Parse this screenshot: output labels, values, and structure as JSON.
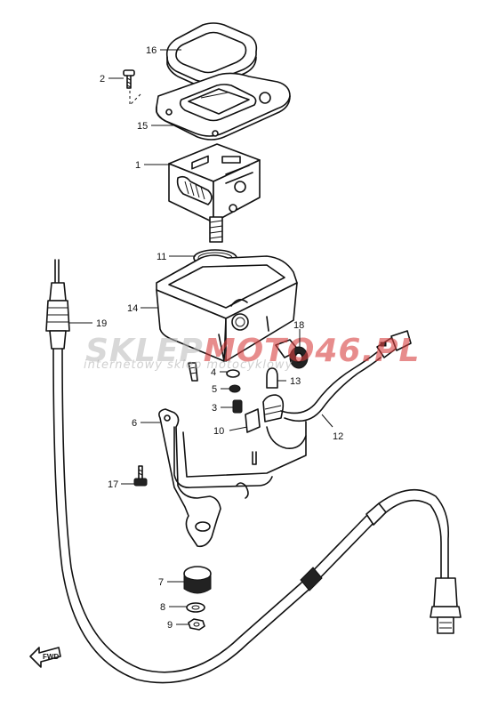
{
  "diagram": {
    "callouts": [
      {
        "id": "16",
        "label": "16"
      },
      {
        "id": "2",
        "label": "2"
      },
      {
        "id": "15",
        "label": "15"
      },
      {
        "id": "1",
        "label": "1"
      },
      {
        "id": "11",
        "label": "11"
      },
      {
        "id": "14",
        "label": "14"
      },
      {
        "id": "19",
        "label": "19"
      },
      {
        "id": "18",
        "label": "18"
      },
      {
        "id": "4",
        "label": "4"
      },
      {
        "id": "13",
        "label": "13"
      },
      {
        "id": "5",
        "label": "5"
      },
      {
        "id": "3",
        "label": "3"
      },
      {
        "id": "6",
        "label": "6"
      },
      {
        "id": "10",
        "label": "10"
      },
      {
        "id": "12",
        "label": "12"
      },
      {
        "id": "17",
        "label": "17"
      },
      {
        "id": "7",
        "label": "7"
      },
      {
        "id": "8",
        "label": "8"
      },
      {
        "id": "9",
        "label": "9"
      }
    ],
    "direction_marker": "FWD"
  },
  "watermark": {
    "brand_left": "SKLEP",
    "brand_mid": "MOTO",
    "brand_right": "46.PL",
    "tagline": "internetowy sklep motocyklowy"
  }
}
